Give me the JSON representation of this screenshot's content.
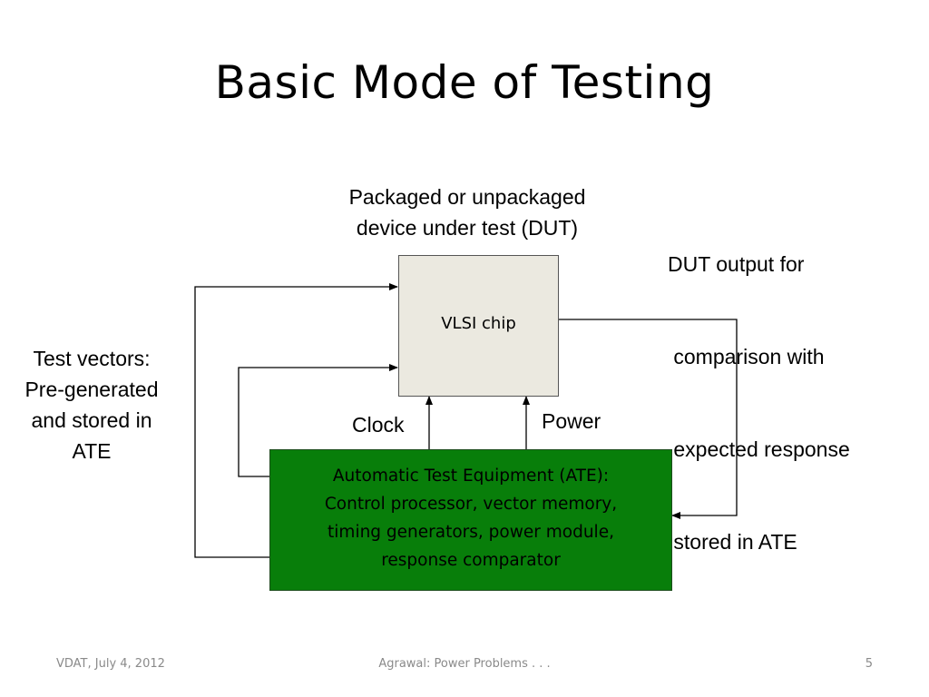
{
  "slide": {
    "title": "Basic Mode of Testing",
    "footer_left": "VDAT, July 4, 2012",
    "footer_center": "Agrawal: Power Problems . . .",
    "page_number": "5"
  },
  "diagram": {
    "dut_caption": [
      "Packaged or unpackaged",
      "device under test (DUT)"
    ],
    "output_caption": [
      "DUT output for",
      " comparison with",
      " expected response",
      " stored in ATE"
    ],
    "vectors_caption": [
      "Test vectors:",
      "Pre-generated",
      "and stored in",
      "ATE"
    ],
    "chip_label": "VLSI chip",
    "clock_label": "Clock",
    "power_label": "Power",
    "ate_lines": [
      "Automatic Test Equipment (ATE):",
      "Control processor, vector memory,",
      "timing generators, power module,",
      "response comparator"
    ],
    "colors": {
      "ate_fill": "#087e0a",
      "chip_fill": "#ebe9e0"
    }
  }
}
